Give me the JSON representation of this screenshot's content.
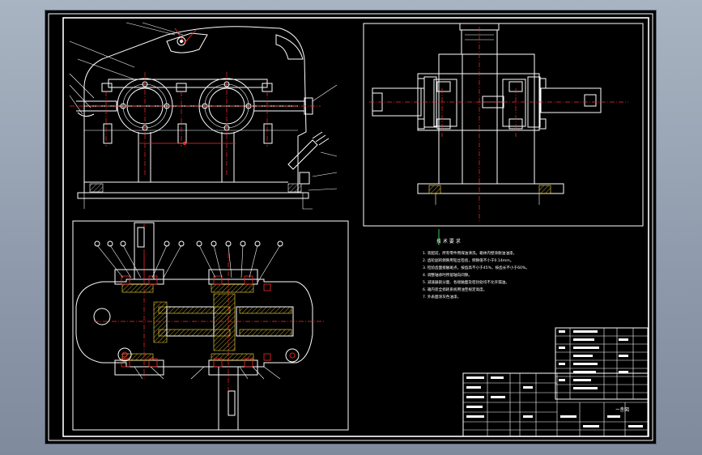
{
  "drawing": {
    "title_cell": "ᅭ총図",
    "notes_heading": "技 术 要 求",
    "notes": [
      "1. 装配前，所有零件用煤油清洗，箱体内壁涂耐油油漆。",
      "2. 齿轮副的侧隙用铅丝检验，侧隙值不小于0.14mm。",
      "3. 检验齿面接触斑点，按齿高不小于45%，按齿长不小于60%。",
      "4. 调整轴承时所留轴向间隙。",
      "5. 减速器剖分面、各接触面及密封处均不允许漏油。",
      "6. 箱内装全损耗系统用油至规定高度。",
      "7. 外表面涂灰色油漆。"
    ]
  },
  "colors": {
    "background": "#000000",
    "line": "#ffffff",
    "centerline": "#ff2a2a",
    "hatch": "#ffe23a",
    "frame_outside": "#8e9aab"
  }
}
